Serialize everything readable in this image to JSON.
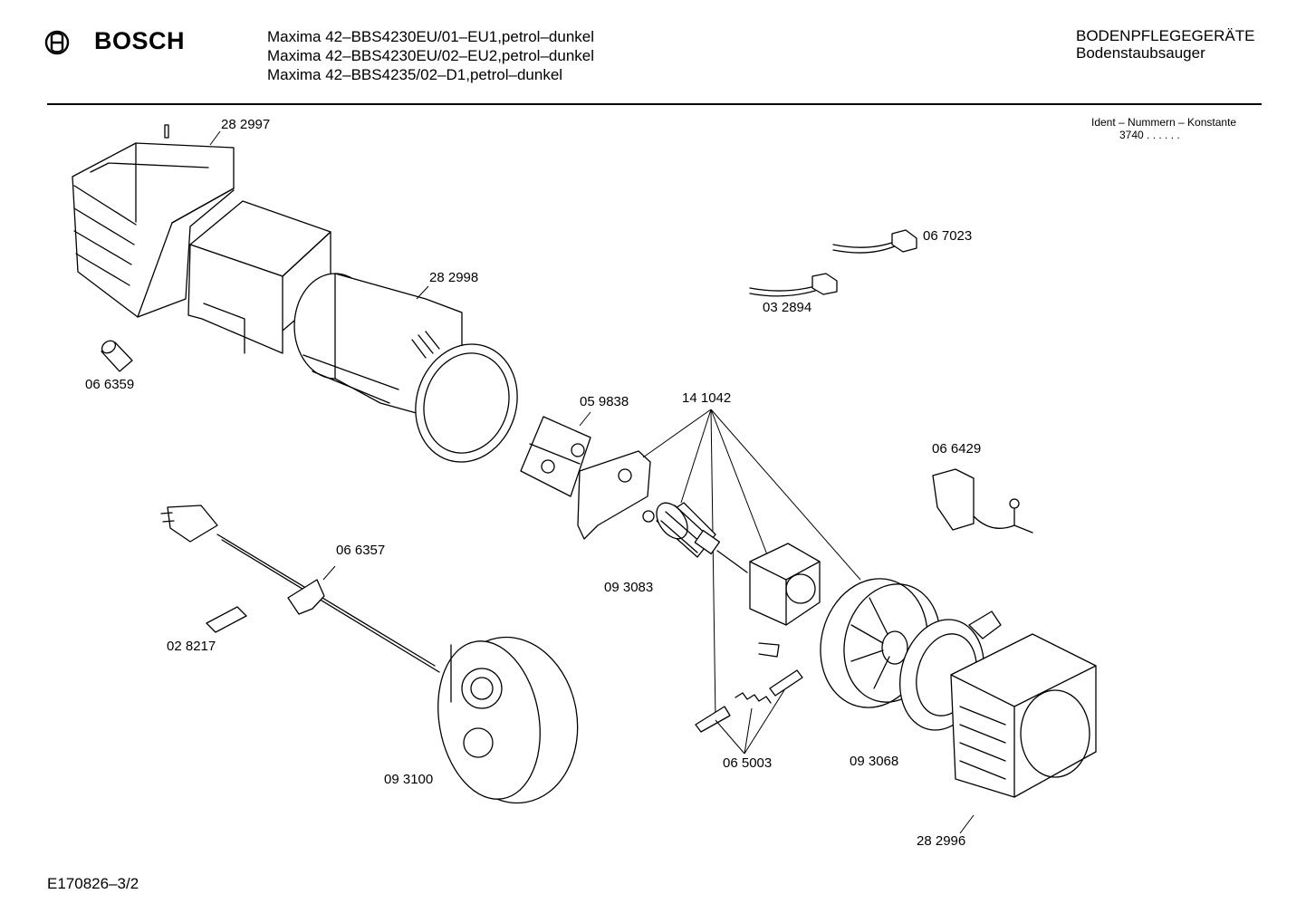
{
  "header": {
    "brand": "BOSCH",
    "models": [
      "Maxima 42–BBS4230EU/01–EU1,petrol–dunkel",
      "Maxima 42–BBS4230EU/02–EU2,petrol–dunkel",
      "Maxima 42–BBS4235/02–D1,petrol–dunkel"
    ],
    "category": "BODENPFLEGEGERÄTE",
    "subcategory": "Bodenstaubsauger",
    "ident_label": "Ident – Nummern – Konstante",
    "ident_value": "3740  . .   . . . ."
  },
  "parts": {
    "p282997": "28 2997",
    "p282998": "28 2998",
    "p066359": "06 6359",
    "p067023": "06 7023",
    "p032894": "03 2894",
    "p059838": "05 9838",
    "p141042": "14 1042",
    "p066429": "06 6429",
    "p066357": "06 6357",
    "p093083": "09 3083",
    "p028217": "02 8217",
    "p065003": "06 5003",
    "p093068": "09 3068",
    "p093100": "09 3100",
    "p282996": "28 2996"
  },
  "footer": {
    "code": "E170826–3/2"
  }
}
